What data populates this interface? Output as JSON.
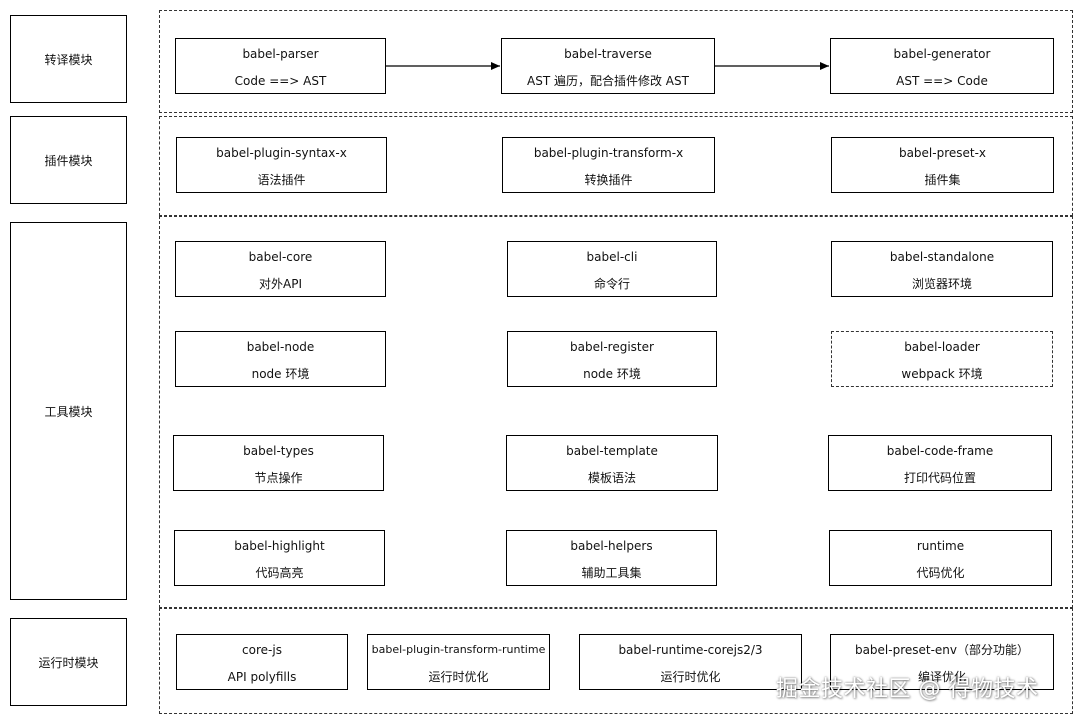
{
  "modules": {
    "transpile": {
      "label": "转译模块",
      "parser": {
        "title": "babel-parser",
        "desc": "Code ==> AST"
      },
      "traverse": {
        "title": "babel-traverse",
        "desc": "AST 遍历，配合插件修改 AST"
      },
      "generator": {
        "title": "babel-generator",
        "desc": "AST ==> Code"
      }
    },
    "plugin": {
      "label": "插件模块",
      "syntax": {
        "title": "babel-plugin-syntax-x",
        "desc": "语法插件"
      },
      "transform": {
        "title": "babel-plugin-transform-x",
        "desc": "转换插件"
      },
      "preset": {
        "title": "babel-preset-x",
        "desc": "插件集"
      }
    },
    "tools": {
      "label": "工具模块",
      "core": {
        "title": "babel-core",
        "desc": "对外API"
      },
      "cli": {
        "title": "babel-cli",
        "desc": "命令行"
      },
      "standalone": {
        "title": "babel-standalone",
        "desc": "浏览器环境"
      },
      "node": {
        "title": "babel-node",
        "desc": "node 环境"
      },
      "register": {
        "title": "babel-register",
        "desc": "node 环境"
      },
      "loader": {
        "title": "babel-loader",
        "desc": "webpack 环境"
      },
      "types": {
        "title": "babel-types",
        "desc": "节点操作"
      },
      "template": {
        "title": "babel-template",
        "desc": "模板语法"
      },
      "code_frame": {
        "title": "babel-code-frame",
        "desc": "打印代码位置"
      },
      "highlight": {
        "title": "babel-highlight",
        "desc": "代码高亮"
      },
      "helpers": {
        "title": "babel-helpers",
        "desc": "辅助工具集"
      },
      "runtime": {
        "title": "runtime",
        "desc": "代码优化"
      }
    },
    "runtime": {
      "label": "运行时模块",
      "corejs": {
        "title": "core-js",
        "desc": "API polyfills"
      },
      "transform_runtime": {
        "title": "babel-plugin-transform-runtime",
        "desc": "运行时优化"
      },
      "runtime_corejs": {
        "title": "babel-runtime-corejs2/3",
        "desc": "运行时优化"
      },
      "preset_env": {
        "title": "babel-preset-env（部分功能）",
        "desc": "编译优化"
      }
    }
  },
  "watermark": "掘金技术社区 @ 得物技术"
}
